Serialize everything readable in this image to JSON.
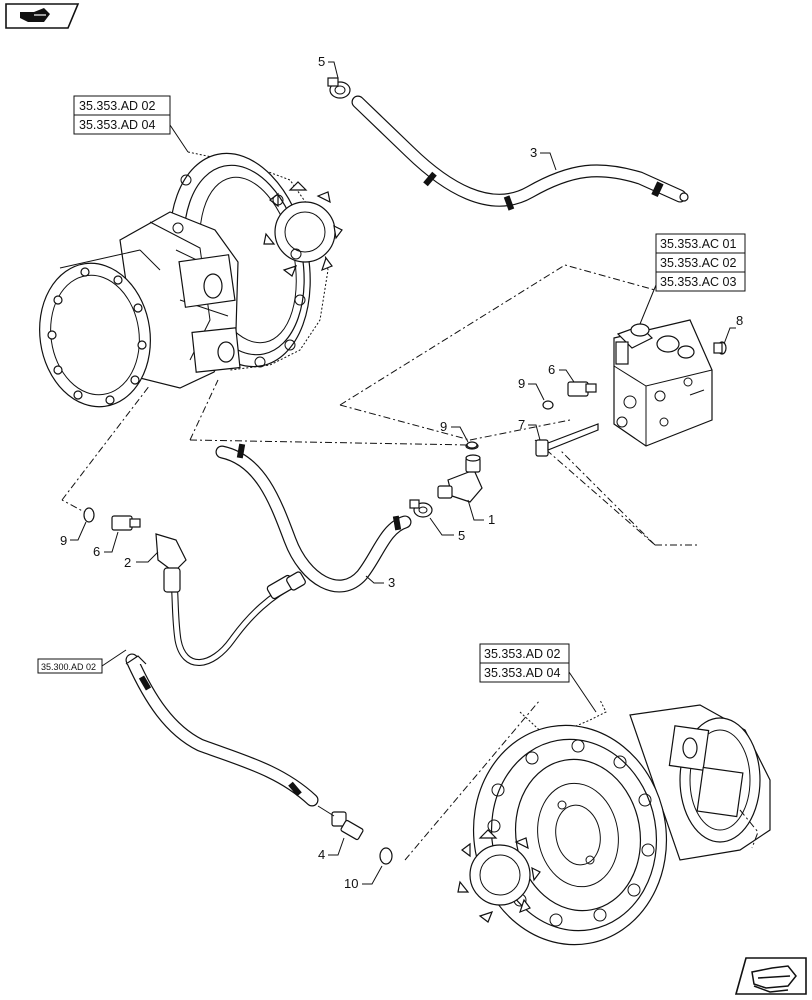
{
  "nav": {
    "prev_icon": "hand-pointing-left-icon",
    "next_icon": "hand-pointing-right-icon"
  },
  "references": {
    "upper_motor": [
      "35.353.AD 02",
      "35.353.AD 04"
    ],
    "valve_block": [
      "35.353.AC 01",
      "35.353.AC 02",
      "35.353.AC 03"
    ],
    "lower_motor": [
      "35.353.AD 02",
      "35.353.AD 04"
    ],
    "drain_line": "35.300.AD 02"
  },
  "callouts": {
    "c1": "1",
    "c2": "2",
    "c3_top": "3",
    "c3_mid": "3",
    "c4": "4",
    "c5_top": "5",
    "c5_mid": "5",
    "c6_left": "6",
    "c6_right": "6",
    "c7": "7",
    "c8": "8",
    "c9_left": "9",
    "c9_mid": "9",
    "c9_right": "9",
    "c10": "10"
  }
}
